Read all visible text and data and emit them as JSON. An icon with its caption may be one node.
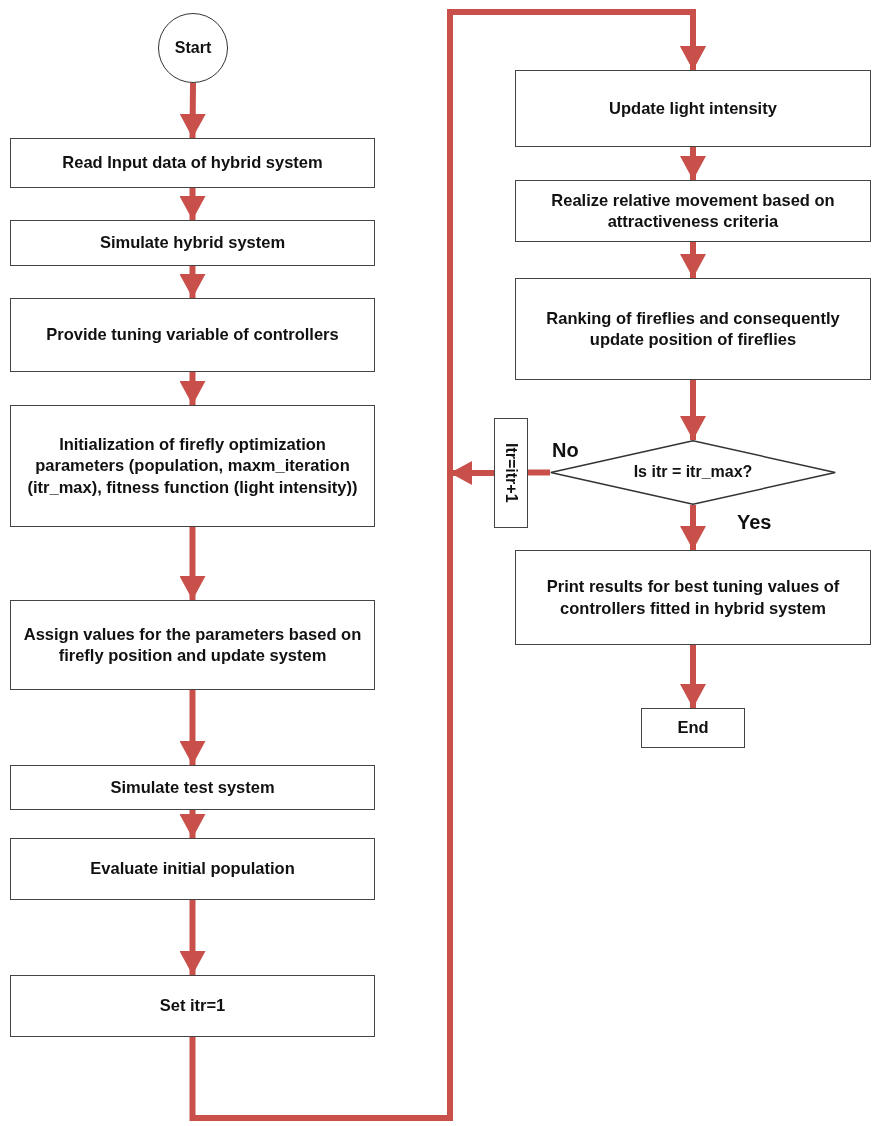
{
  "diagram": {
    "nodes": [
      {
        "text": [
          "Start"
        ]
      },
      {
        "text": [
          "Read Input data of hybrid system"
        ]
      },
      {
        "text": [
          "Simulate hybrid system"
        ]
      },
      {
        "text": [
          "Provide tuning variable of controllers"
        ]
      },
      {
        "text": [
          "Initialization of firefly optimization parameters (population, maxm_iteration (itr_max), fitness function (light intensity))"
        ]
      },
      {
        "text": [
          "Assign values for the parameters based on firefly position and update system"
        ]
      },
      {
        "text": [
          "Simulate test system"
        ]
      },
      {
        "text": [
          "Evaluate initial population"
        ]
      },
      {
        "text": [
          "Set itr=1"
        ]
      },
      {
        "text": [
          "Update light intensity"
        ]
      },
      {
        "text": [
          "Realize relative movement based on attractiveness criteria"
        ]
      },
      {
        "text": [
          "Ranking of fireflies and consequently update position of fireflies"
        ]
      },
      {
        "text": [
          "Is itr = itr_max?"
        ]
      },
      {
        "text": [
          "Itr=itr+1"
        ]
      },
      {
        "text": [
          "Print results for best tuning values of controllers fitted in hybrid system"
        ]
      },
      {
        "text": [
          "End"
        ]
      }
    ],
    "edges": [
      {
        "from": 0,
        "to": 1,
        "arrow": "to"
      },
      {
        "from": 1,
        "to": 2,
        "arrow": "to"
      },
      {
        "from": 2,
        "to": 3,
        "arrow": "to"
      },
      {
        "from": 3,
        "to": 4,
        "arrow": "to"
      },
      {
        "from": 4,
        "to": 5,
        "arrow": "to"
      },
      {
        "from": 5,
        "to": 6,
        "arrow": "to"
      },
      {
        "from": 6,
        "to": 7,
        "arrow": "to"
      },
      {
        "from": 7,
        "to": 8,
        "arrow": "to"
      },
      {
        "from": 8,
        "to": 9,
        "arrow": "to"
      },
      {
        "from": 9,
        "to": 10,
        "arrow": "to"
      },
      {
        "from": 10,
        "to": 11,
        "arrow": "to"
      },
      {
        "from": 11,
        "to": 12,
        "arrow": "to"
      },
      {
        "from": 12,
        "to": 13,
        "arrow": "none",
        "label": "No"
      },
      {
        "from": 13,
        "to": 9,
        "arrow": "to"
      },
      {
        "from": 12,
        "to": 14,
        "arrow": "to",
        "label": "Yes"
      },
      {
        "from": 14,
        "to": 15,
        "arrow": "to"
      }
    ]
  }
}
